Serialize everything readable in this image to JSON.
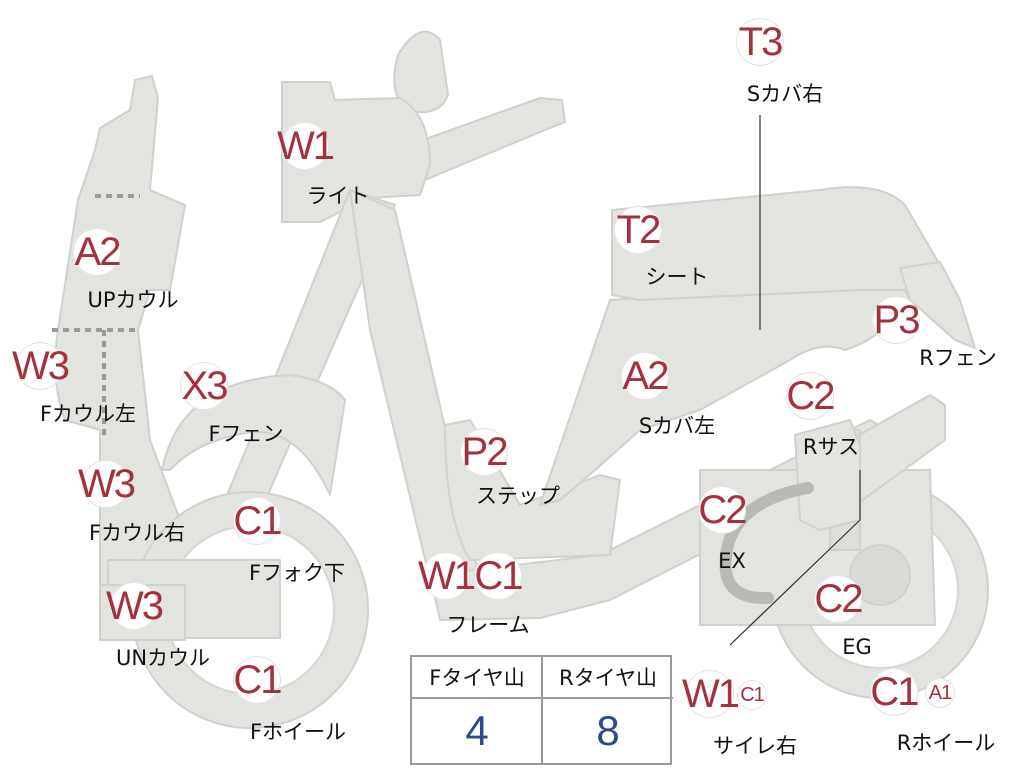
{
  "parts": [
    {
      "id": "light",
      "codes": [
        "W1"
      ],
      "label": "ライト"
    },
    {
      "id": "up_cowl",
      "codes": [
        "A2"
      ],
      "label": "UPカウル"
    },
    {
      "id": "f_cowl_left",
      "codes": [
        "W3"
      ],
      "label": "Fカウル左"
    },
    {
      "id": "f_cowl_right",
      "codes": [
        "W3"
      ],
      "label": "Fカウル右"
    },
    {
      "id": "un_cowl",
      "codes": [
        "W3"
      ],
      "label": "UNカウル"
    },
    {
      "id": "f_fender",
      "codes": [
        "X3"
      ],
      "label": "Fフェン"
    },
    {
      "id": "f_fork_lower",
      "codes": [
        "C1"
      ],
      "label": "Fフォク下"
    },
    {
      "id": "f_wheel",
      "codes": [
        "C1"
      ],
      "label": "Fホイール"
    },
    {
      "id": "step",
      "codes": [
        "P2"
      ],
      "label": "ステップ"
    },
    {
      "id": "frame",
      "codes": [
        "W1",
        "C1"
      ],
      "label": "フレーム"
    },
    {
      "id": "seat",
      "codes": [
        "T2"
      ],
      "label": "シート"
    },
    {
      "id": "s_cover_right",
      "codes": [
        "T3"
      ],
      "label": "Sカバ右"
    },
    {
      "id": "s_cover_left",
      "codes": [
        "A2"
      ],
      "label": "Sカバ左"
    },
    {
      "id": "r_fender",
      "codes": [
        "P3"
      ],
      "label": "Rフェン"
    },
    {
      "id": "r_suspension",
      "codes": [
        "C2"
      ],
      "label": "Rサス"
    },
    {
      "id": "exhaust",
      "codes": [
        "C2"
      ],
      "label": "EX"
    },
    {
      "id": "engine",
      "codes": [
        "C2"
      ],
      "label": "EG"
    },
    {
      "id": "silencer_right",
      "codes": [
        "W1",
        "C1"
      ],
      "label": "サイレ右"
    },
    {
      "id": "r_wheel",
      "codes": [
        "C1",
        "A1"
      ],
      "label": "Rホイール"
    }
  ],
  "tire_table": {
    "headers": [
      "Fタイヤ山",
      "Rタイヤ山"
    ],
    "values": [
      "4",
      "8"
    ]
  },
  "colors": {
    "body_fill": "#e2e4df",
    "outline": "#c9cbc6",
    "grade_text": "#a5313c",
    "tire_value_text": "#2c4b8f"
  }
}
